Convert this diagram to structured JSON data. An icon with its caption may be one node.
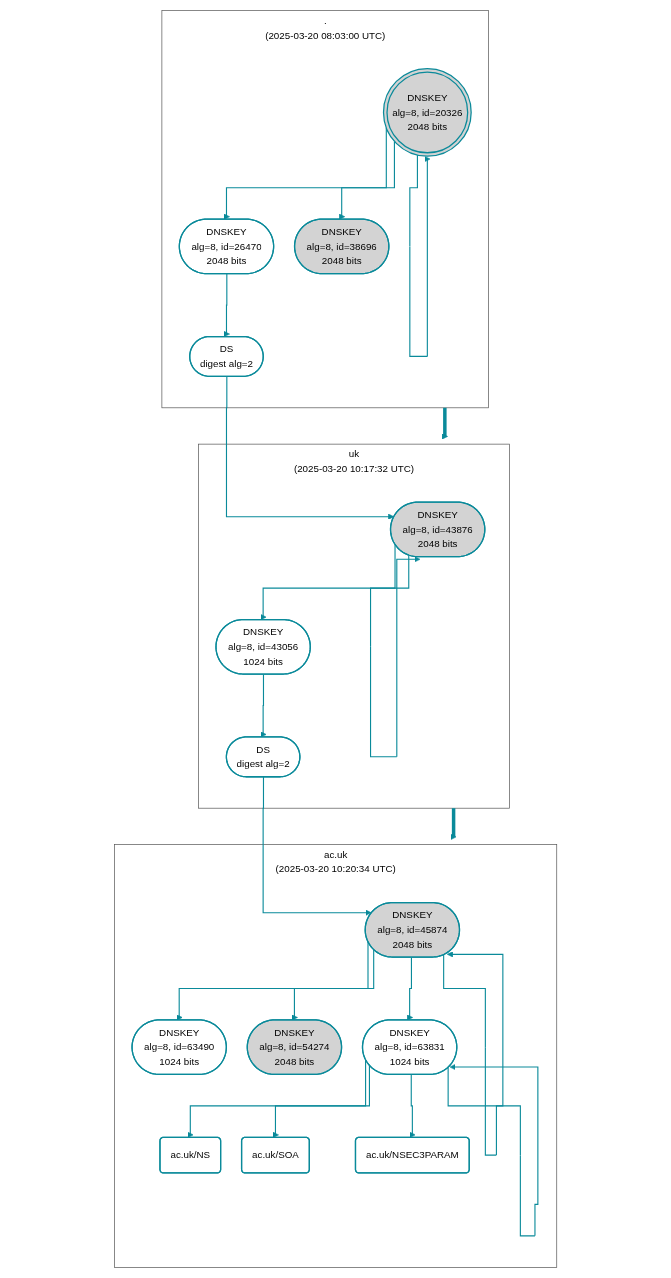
{
  "diagram": {
    "nodes": [
      {
        "text": [
          ".",
          "(2025-03-20 08:03:00 UTC)"
        ]
      },
      {
        "text": [
          "DNSKEY",
          "alg=8, id=20326",
          "2048 bits"
        ],
        "in": 0
      },
      {
        "text": [
          "DNSKEY",
          "alg=8, id=26470",
          "2048 bits"
        ],
        "in": 0
      },
      {
        "text": [
          "DNSKEY",
          "alg=8, id=38696",
          "2048 bits"
        ],
        "in": 0
      },
      {
        "text": [
          "DS",
          "digest alg=2"
        ],
        "in": 0
      },
      {
        "text": [
          "uk",
          "(2025-03-20 10:17:32 UTC)"
        ]
      },
      {
        "text": [
          "DNSKEY",
          "alg=8, id=43876",
          "2048 bits"
        ],
        "in": 5
      },
      {
        "text": [
          "DNSKEY",
          "alg=8, id=43056",
          "1024 bits"
        ],
        "in": 5
      },
      {
        "text": [
          "DS",
          "digest alg=2"
        ],
        "in": 5
      },
      {
        "text": [
          "ac.uk",
          "(2025-03-20 10:20:34 UTC)"
        ]
      },
      {
        "text": [
          "DNSKEY",
          "alg=8, id=45874",
          "2048 bits"
        ],
        "in": 9
      },
      {
        "text": [
          "DNSKEY",
          "alg=8, id=63490",
          "1024 bits"
        ],
        "in": 9
      },
      {
        "text": [
          "DNSKEY",
          "alg=8, id=54274",
          "2048 bits"
        ],
        "in": 9
      },
      {
        "text": [
          "DNSKEY",
          "alg=8, id=63831",
          "1024 bits"
        ],
        "in": 9
      },
      {
        "text": [
          "ac.uk/NS"
        ],
        "in": 9
      },
      {
        "text": [
          "ac.uk/SOA"
        ],
        "in": 9
      },
      {
        "text": [
          "ac.uk/NSEC3PARAM"
        ],
        "in": 9
      }
    ],
    "edges": [
      {
        "from": 1,
        "to": 1,
        "arrow": "to"
      },
      {
        "from": 1,
        "to": 2,
        "arrow": "to"
      },
      {
        "from": 1,
        "to": 3,
        "arrow": "to"
      },
      {
        "from": 2,
        "to": 4,
        "arrow": "to"
      },
      {
        "from": 0,
        "to": 5,
        "arrow": "to",
        "style": "thick"
      },
      {
        "from": 4,
        "to": 6,
        "arrow": "to"
      },
      {
        "from": 6,
        "to": 6,
        "arrow": "to"
      },
      {
        "from": 6,
        "to": 7,
        "arrow": "to"
      },
      {
        "from": 7,
        "to": 8,
        "arrow": "to"
      },
      {
        "from": 5,
        "to": 9,
        "arrow": "to",
        "style": "thick"
      },
      {
        "from": 8,
        "to": 10,
        "arrow": "to"
      },
      {
        "from": 10,
        "to": 10,
        "arrow": "to"
      },
      {
        "from": 10,
        "to": 11,
        "arrow": "to"
      },
      {
        "from": 10,
        "to": 12,
        "arrow": "to"
      },
      {
        "from": 10,
        "to": 13,
        "arrow": "to"
      },
      {
        "from": 13,
        "to": 13,
        "arrow": "to"
      },
      {
        "from": 13,
        "to": 14,
        "arrow": "to"
      },
      {
        "from": 13,
        "to": 15,
        "arrow": "to"
      },
      {
        "from": 13,
        "to": 16,
        "arrow": "to"
      }
    ]
  }
}
